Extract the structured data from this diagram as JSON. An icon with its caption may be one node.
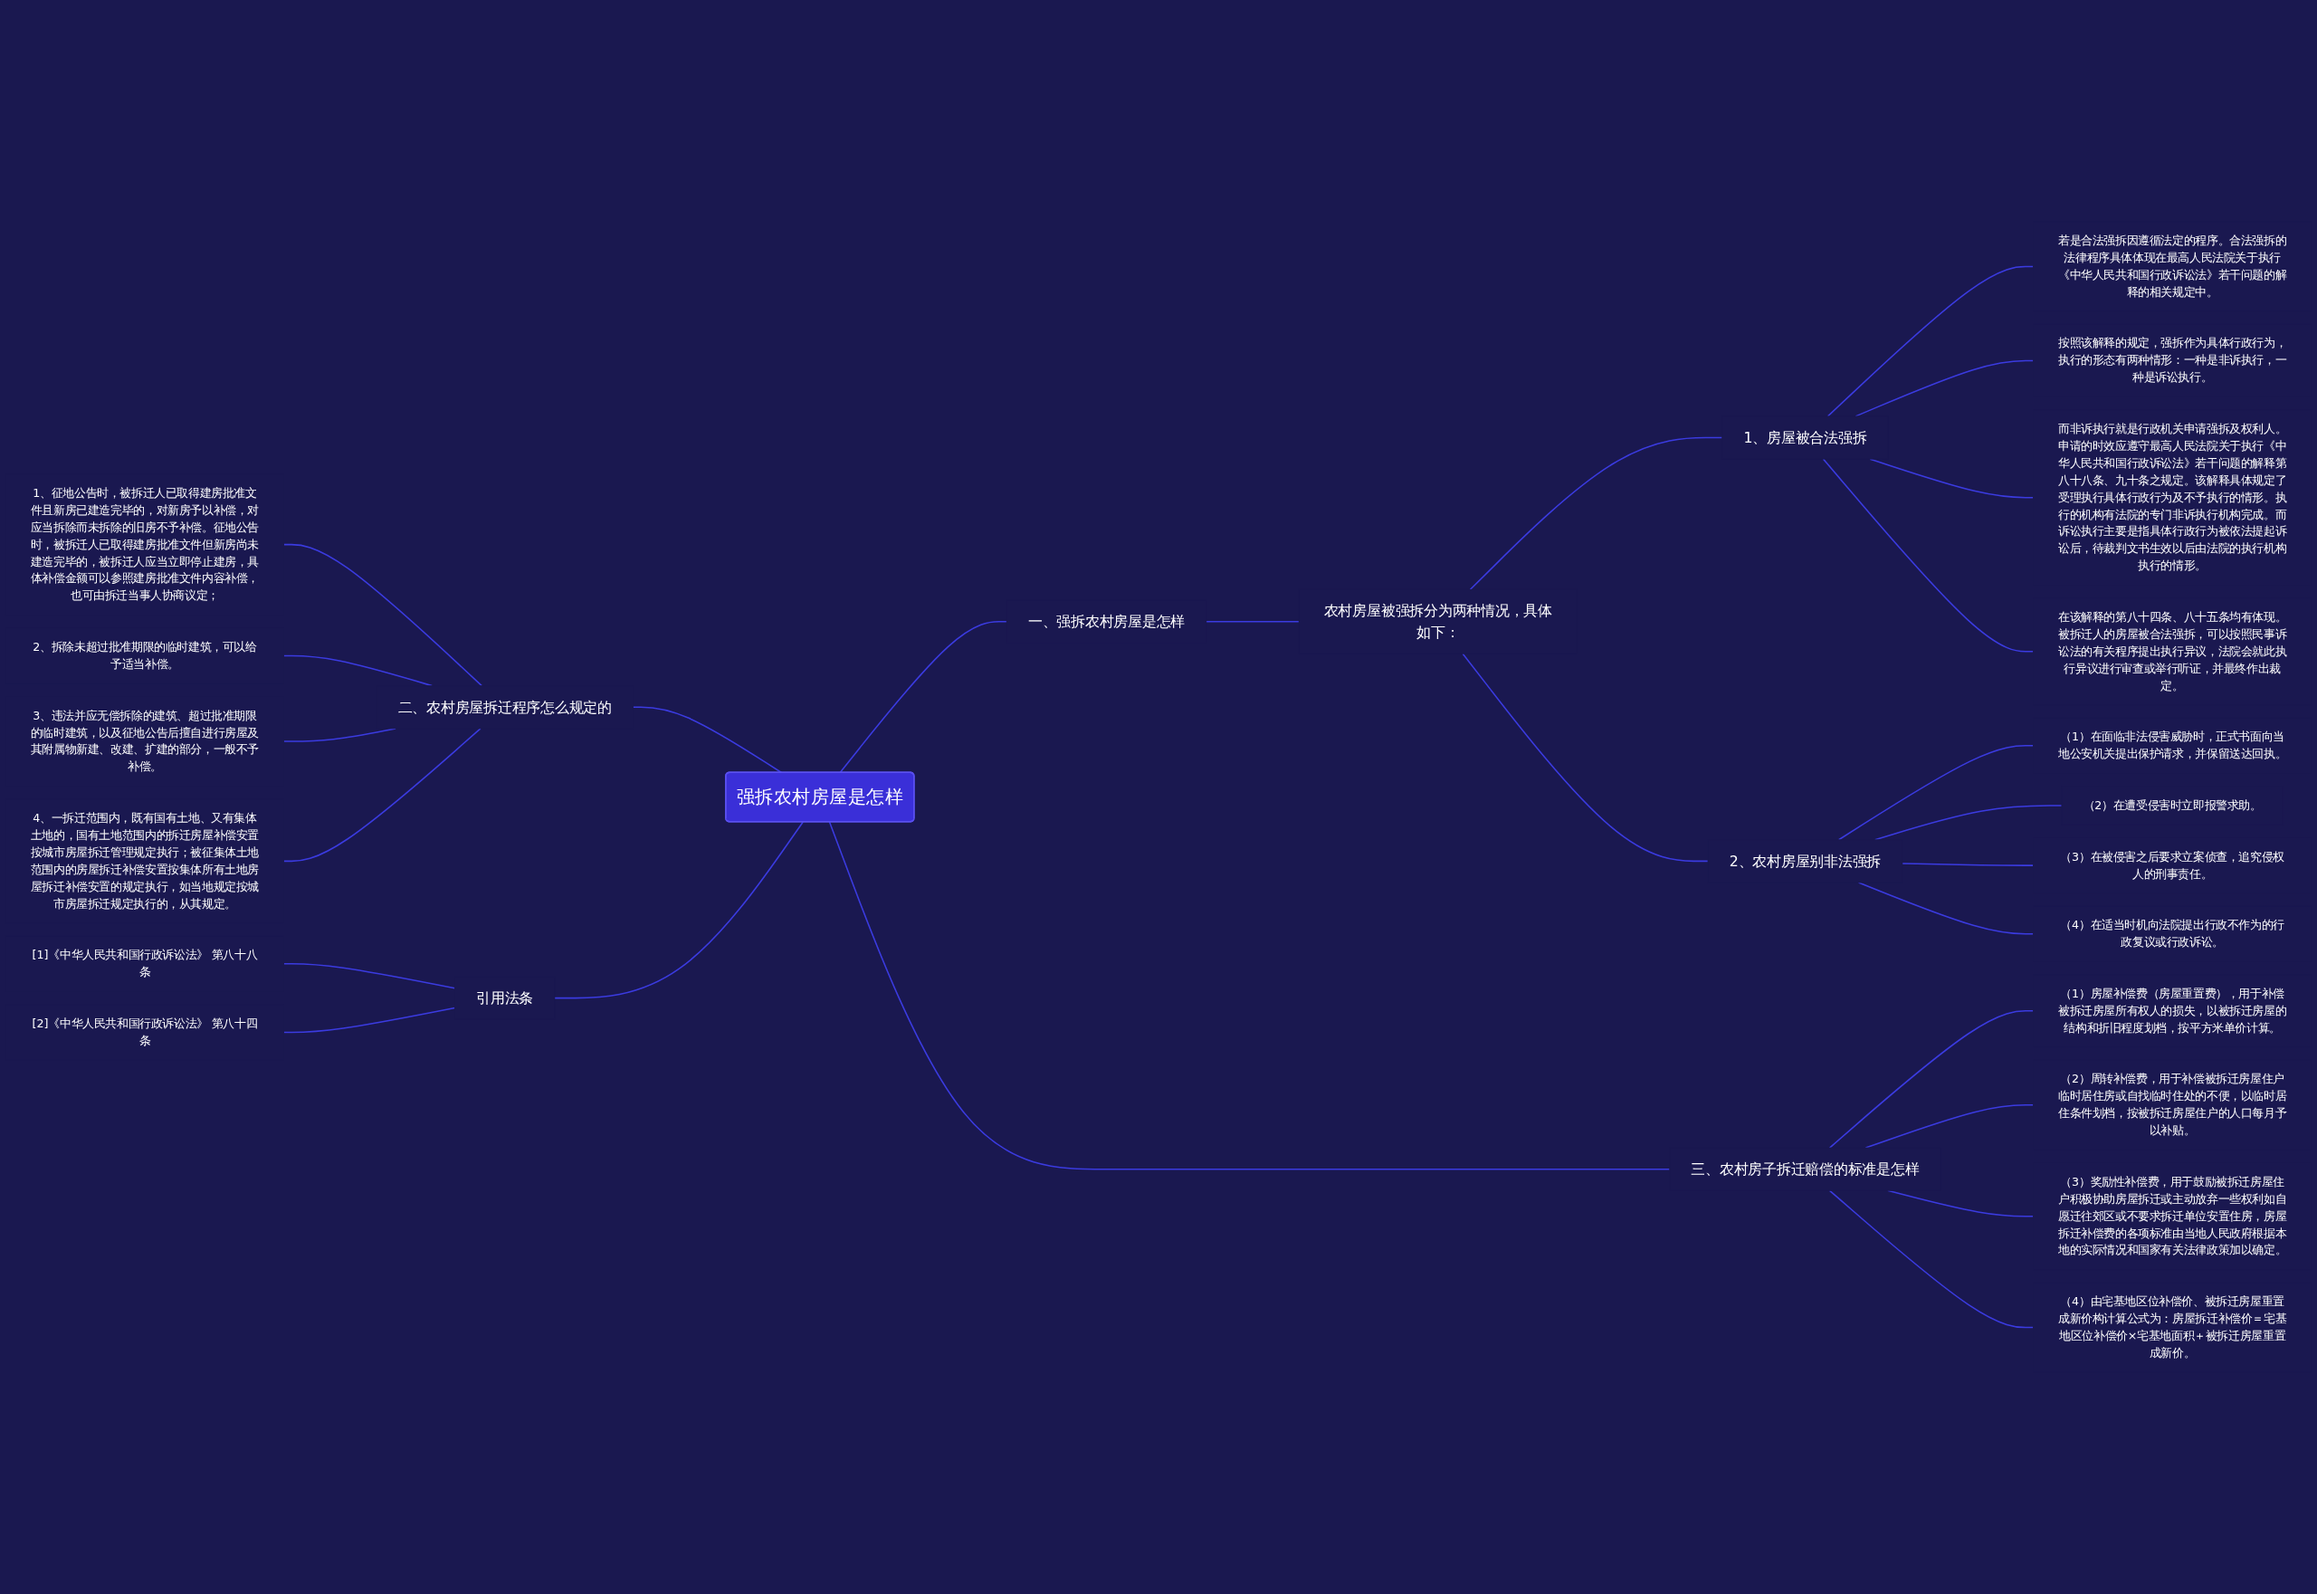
{
  "diagram": {
    "nodes": [
      {
        "text": [
          "强拆农村房屋是怎样"
        ]
      },
      {
        "text": [
          "一、强拆农村房屋是怎样"
        ]
      },
      {
        "text": [
          "农村房屋被强拆分为两种情况，具体如下："
        ]
      },
      {
        "text": [
          "1、房屋被合法强拆"
        ]
      },
      {
        "text": [
          "若是合法强拆因遵循法定的程序。合法强拆的法律程序具体体现在最高人民法院关于执行《中华人民共和国行政诉讼法》若干问题的解释的相关规定中。"
        ]
      },
      {
        "text": [
          "按照该解释的规定，强拆作为具体行政行为，执行的形态有两种情形：一种是非诉执行，一种是诉讼执行。"
        ]
      },
      {
        "text": [
          "而非诉执行就是行政机关申请强拆及权利人。申请的时效应遵守最高人民法院关于执行《中华人民共和国行政诉讼法》若干问题的解释第八十八条、九十条之规定。该解释具体规定了受理执行具体行政行为及不予执行的情形。执行的机构有法院的专门非诉执行机构完成。而诉讼执行主要是指具体行政行为被依法提起诉讼后，待裁判文书生效以后由法院的执行机构执行的情形。"
        ]
      },
      {
        "text": [
          "在该解释的第八十四条、八十五条均有体现。被拆迁人的房屋被合法强拆，可以按照民事诉讼法的有关程序提出执行异议，法院会就此执行异议进行审查或举行听证，并最终作出裁定。"
        ]
      },
      {
        "text": [
          "2、农村房屋别非法强拆"
        ]
      },
      {
        "text": [
          "（1）在面临非法侵害威胁时，正式书面向当地公安机关提出保护请求，并保留送达回执。"
        ]
      },
      {
        "text": [
          "（2）在遭受侵害时立即报警求助。"
        ]
      },
      {
        "text": [
          "（3）在被侵害之后要求立案侦查，追究侵权人的刑事责任。"
        ]
      },
      {
        "text": [
          "（4）在适当时机向法院提出行政不作为的行政复议或行政诉讼。"
        ]
      },
      {
        "text": [
          "三、农村房子拆迁赔偿的标准是怎样"
        ]
      },
      {
        "text": [
          "（1）房屋补偿费（房屋重置费），用于补偿被拆迁房屋所有权人的损失，以被拆迁房屋的结构和折旧程度划档，按平方米单价计算。"
        ]
      },
      {
        "text": [
          "（2）周转补偿费，用于补偿被拆迁房屋住户临时居住房或自找临时住处的不便，以临时居住条件划档，按被拆迁房屋住户的人口每月予以补贴。"
        ]
      },
      {
        "text": [
          "（3）奖励性补偿费，用于鼓励被拆迁房屋住户积极协助房屋拆迁或主动放弃一些权利如自愿迁往郊区或不要求拆迁单位安置住房，房屋拆迁补偿费的各项标准由当地人民政府根据本地的实际情况和国家有关法律政策加以确定。"
        ]
      },
      {
        "text": [
          "（4）由宅基地区位补偿价、被拆迁房屋重置成新价构计算公式为：房屋拆迁补偿价＝宅基地区位补偿价×宅基地面积＋被拆迁房屋重置成新价。"
        ]
      },
      {
        "text": [
          "二、农村房屋拆迁程序怎么规定的"
        ]
      },
      {
        "text": [
          "1、征地公告时，被拆迁人已取得建房批准文件且新房已建造完毕的，对新房予以补偿，对应当拆除而未拆除的旧房不予补偿。征地公告时，被拆迁人已取得建房批准文件但新房尚未建造完毕的，被拆迁人应当立即停止建房，具体补偿金额可以参照建房批准文件内容补偿，也可由拆迁当事人协商议定；"
        ]
      },
      {
        "text": [
          "2、拆除未超过批准期限的临时建筑，可以给予适当补偿。"
        ]
      },
      {
        "text": [
          "3、违法并应无偿拆除的建筑、超过批准期限的临时建筑，以及征地公告后擅自进行房屋及其附属物新建、改建、扩建的部分，一般不予补偿。"
        ]
      },
      {
        "text": [
          "4、一拆迁范围内，既有国有土地、又有集体土地的，国有土地范围内的拆迁房屋补偿安置按城市房屋拆迁管理规定执行；被征集体土地范围内的房屋拆迁补偿安置按集体所有土地房屋拆迁补偿安置的规定执行，如当地规定按城市房屋拆迁规定执行的，从其规定。"
        ]
      },
      {
        "text": [
          "引用法条"
        ]
      },
      {
        "text": [
          "[1]《中华人民共和国行政诉讼法》 第八十八条"
        ]
      },
      {
        "text": [
          "[2]《中华人民共和国行政诉讼法》 第八十四条"
        ]
      }
    ],
    "edges": [
      {
        "from": 0,
        "to": 1,
        "arrow": "none"
      },
      {
        "from": 1,
        "to": 2,
        "arrow": "none"
      },
      {
        "from": 2,
        "to": 3,
        "arrow": "none"
      },
      {
        "from": 3,
        "to": 4,
        "arrow": "none"
      },
      {
        "from": 3,
        "to": 5,
        "arrow": "none"
      },
      {
        "from": 3,
        "to": 6,
        "arrow": "none"
      },
      {
        "from": 3,
        "to": 7,
        "arrow": "none"
      },
      {
        "from": 2,
        "to": 8,
        "arrow": "none"
      },
      {
        "from": 8,
        "to": 9,
        "arrow": "none"
      },
      {
        "from": 8,
        "to": 10,
        "arrow": "none"
      },
      {
        "from": 8,
        "to": 11,
        "arrow": "none"
      },
      {
        "from": 8,
        "to": 12,
        "arrow": "none"
      },
      {
        "from": 0,
        "to": 13,
        "arrow": "none"
      },
      {
        "from": 13,
        "to": 14,
        "arrow": "none"
      },
      {
        "from": 13,
        "to": 15,
        "arrow": "none"
      },
      {
        "from": 13,
        "to": 16,
        "arrow": "none"
      },
      {
        "from": 13,
        "to": 17,
        "arrow": "none"
      },
      {
        "from": 18,
        "to": 0,
        "arrow": "none"
      },
      {
        "from": 19,
        "to": 18,
        "arrow": "none"
      },
      {
        "from": 20,
        "to": 18,
        "arrow": "none"
      },
      {
        "from": 21,
        "to": 18,
        "arrow": "none"
      },
      {
        "from": 22,
        "to": 18,
        "arrow": "none"
      },
      {
        "from": 23,
        "to": 0,
        "arrow": "none"
      },
      {
        "from": 24,
        "to": 23,
        "arrow": "none"
      },
      {
        "from": 25,
        "to": 23,
        "arrow": "none"
      }
    ]
  }
}
